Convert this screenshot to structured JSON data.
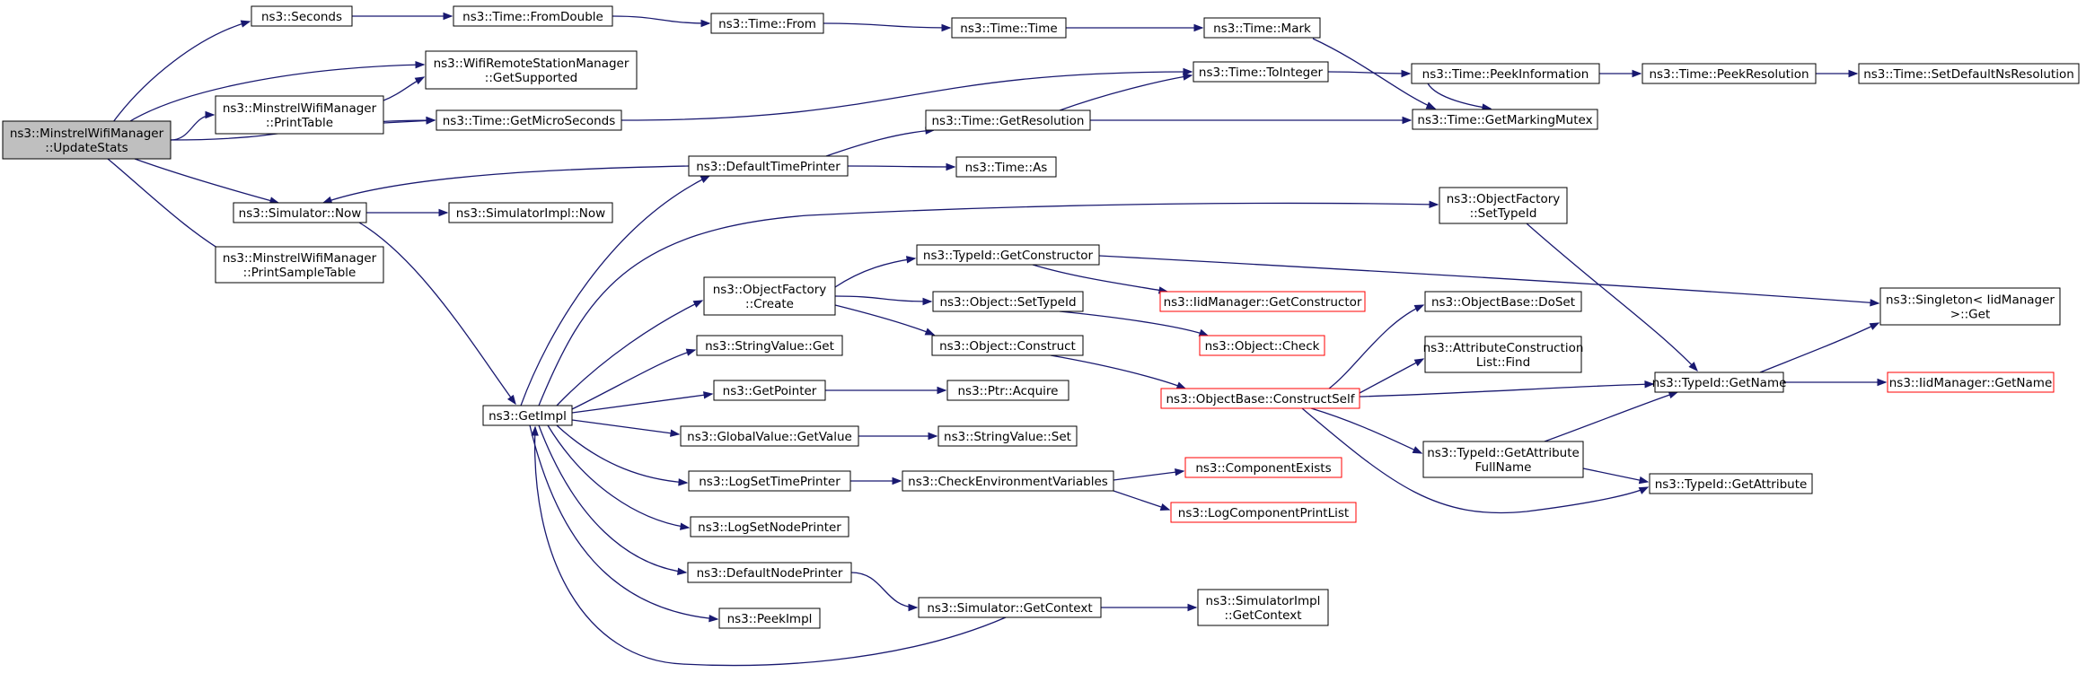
{
  "colors": {
    "edge": "#191970",
    "root_fill": "#bfbfbf",
    "border": "#000000",
    "truncated_border": "#ff0000"
  },
  "nodes": [
    {
      "id": "update",
      "lines": [
        "ns3::MinstrelWifiManager",
        "::UpdateStats"
      ],
      "style": "root"
    },
    {
      "id": "seconds",
      "lines": [
        "ns3::Seconds"
      ],
      "style": "normal"
    },
    {
      "id": "fromdouble",
      "lines": [
        "ns3::Time::FromDouble"
      ],
      "style": "normal"
    },
    {
      "id": "from",
      "lines": [
        "ns3::Time::From"
      ],
      "style": "normal"
    },
    {
      "id": "time",
      "lines": [
        "ns3::Time::Time"
      ],
      "style": "normal"
    },
    {
      "id": "mark",
      "lines": [
        "ns3::Time::Mark"
      ],
      "style": "normal"
    },
    {
      "id": "getsupported",
      "lines": [
        "ns3::WifiRemoteStationManager",
        "::GetSupported"
      ],
      "style": "normal"
    },
    {
      "id": "printtable",
      "lines": [
        "ns3::MinstrelWifiManager",
        "::PrintTable"
      ],
      "style": "normal"
    },
    {
      "id": "getmicro",
      "lines": [
        "ns3::Time::GetMicroSeconds"
      ],
      "style": "normal"
    },
    {
      "id": "tointeger",
      "lines": [
        "ns3::Time::ToInteger"
      ],
      "style": "normal"
    },
    {
      "id": "peekinfo",
      "lines": [
        "ns3::Time::PeekInformation"
      ],
      "style": "normal"
    },
    {
      "id": "peekres",
      "lines": [
        "ns3::Time::PeekResolution"
      ],
      "style": "normal"
    },
    {
      "id": "setdefault",
      "lines": [
        "ns3::Time::SetDefaultNsResolution"
      ],
      "style": "normal"
    },
    {
      "id": "getres",
      "lines": [
        "ns3::Time::GetResolution"
      ],
      "style": "normal"
    },
    {
      "id": "markingmutex",
      "lines": [
        "ns3::Time::GetMarkingMutex"
      ],
      "style": "normal"
    },
    {
      "id": "deftimeprinter",
      "lines": [
        "ns3::DefaultTimePrinter"
      ],
      "style": "normal"
    },
    {
      "id": "as",
      "lines": [
        "ns3::Time::As"
      ],
      "style": "normal"
    },
    {
      "id": "simnow",
      "lines": [
        "ns3::Simulator::Now"
      ],
      "style": "normal"
    },
    {
      "id": "simimplnow",
      "lines": [
        "ns3::SimulatorImpl::Now"
      ],
      "style": "normal"
    },
    {
      "id": "printsample",
      "lines": [
        "ns3::MinstrelWifiManager",
        "::PrintSampleTable"
      ],
      "style": "normal"
    },
    {
      "id": "settypeid",
      "lines": [
        "ns3::ObjectFactory",
        "::SetTypeId"
      ],
      "style": "normal"
    },
    {
      "id": "getconstructor",
      "lines": [
        "ns3::TypeId::GetConstructor"
      ],
      "style": "normal"
    },
    {
      "id": "ofcreate",
      "lines": [
        "ns3::ObjectFactory",
        "::Create"
      ],
      "style": "normal"
    },
    {
      "id": "iidgetconstructor",
      "lines": [
        "ns3::IidManager::GetConstructor"
      ],
      "style": "red"
    },
    {
      "id": "objsettypeid",
      "lines": [
        "ns3::Object::SetTypeId"
      ],
      "style": "normal"
    },
    {
      "id": "singleton",
      "lines": [
        "ns3::Singleton< IidManager",
        " >::Get"
      ],
      "style": "normal"
    },
    {
      "id": "objcheck",
      "lines": [
        "ns3::Object::Check"
      ],
      "style": "red"
    },
    {
      "id": "objconstruct",
      "lines": [
        "ns3::Object::Construct"
      ],
      "style": "normal"
    },
    {
      "id": "dosetnode",
      "lines": [
        "ns3::ObjectBase::DoSet"
      ],
      "style": "normal"
    },
    {
      "id": "stringget",
      "lines": [
        "ns3::StringValue::Get"
      ],
      "style": "normal"
    },
    {
      "id": "attrfind",
      "lines": [
        "ns3::AttributeConstruction",
        "List::Find"
      ],
      "style": "normal"
    },
    {
      "id": "getpointer",
      "lines": [
        "ns3::GetPointer"
      ],
      "style": "normal"
    },
    {
      "id": "acquire",
      "lines": [
        "ns3::Ptr::Acquire"
      ],
      "style": "normal"
    },
    {
      "id": "constructself",
      "lines": [
        "ns3::ObjectBase::ConstructSelf"
      ],
      "style": "red"
    },
    {
      "id": "getname",
      "lines": [
        "ns3::TypeId::GetName"
      ],
      "style": "normal"
    },
    {
      "id": "iidgetname",
      "lines": [
        "ns3::IidManager::GetName"
      ],
      "style": "red"
    },
    {
      "id": "getimpl",
      "lines": [
        "ns3::GetImpl"
      ],
      "style": "normal"
    },
    {
      "id": "gvgetvalue",
      "lines": [
        "ns3::GlobalValue::GetValue"
      ],
      "style": "normal"
    },
    {
      "id": "stringset",
      "lines": [
        "ns3::StringValue::Set"
      ],
      "style": "normal"
    },
    {
      "id": "attrfullname",
      "lines": [
        "ns3::TypeId::GetAttribute",
        "FullName"
      ],
      "style": "normal"
    },
    {
      "id": "componentexists",
      "lines": [
        "ns3::ComponentExists"
      ],
      "style": "red"
    },
    {
      "id": "logsettime",
      "lines": [
        "ns3::LogSetTimePrinter"
      ],
      "style": "normal"
    },
    {
      "id": "checkenv",
      "lines": [
        "ns3::CheckEnvironmentVariables"
      ],
      "style": "normal"
    },
    {
      "id": "getattribute",
      "lines": [
        "ns3::TypeId::GetAttribute"
      ],
      "style": "normal"
    },
    {
      "id": "logprintlist",
      "lines": [
        "ns3::LogComponentPrintList"
      ],
      "style": "red"
    },
    {
      "id": "logsetnode",
      "lines": [
        "ns3::LogSetNodePrinter"
      ],
      "style": "normal"
    },
    {
      "id": "defnodeprinter",
      "lines": [
        "ns3::DefaultNodePrinter"
      ],
      "style": "normal"
    },
    {
      "id": "simgetcontext",
      "lines": [
        "ns3::Simulator::GetContext"
      ],
      "style": "normal"
    },
    {
      "id": "simimplgetcontext",
      "lines": [
        "ns3::SimulatorImpl",
        "::GetContext"
      ],
      "style": "normal"
    },
    {
      "id": "peekimpl",
      "lines": [
        "ns3::PeekImpl"
      ],
      "style": "normal"
    }
  ],
  "edges": [
    [
      "update",
      "seconds"
    ],
    [
      "update",
      "getsupported"
    ],
    [
      "update",
      "printtable"
    ],
    [
      "update",
      "getmicro"
    ],
    [
      "update",
      "simnow"
    ],
    [
      "update",
      "printsample"
    ],
    [
      "seconds",
      "fromdouble"
    ],
    [
      "fromdouble",
      "from"
    ],
    [
      "from",
      "time"
    ],
    [
      "time",
      "mark"
    ],
    [
      "mark",
      "markingmutex"
    ],
    [
      "printtable",
      "getsupported"
    ],
    [
      "printtable",
      "getmicro"
    ],
    [
      "getmicro",
      "tointeger"
    ],
    [
      "tointeger",
      "peekinfo"
    ],
    [
      "peekinfo",
      "peekres"
    ],
    [
      "peekres",
      "setdefault"
    ],
    [
      "peekinfo",
      "markingmutex"
    ],
    [
      "getres",
      "tointeger"
    ],
    [
      "getres",
      "markingmutex"
    ],
    [
      "deftimeprinter",
      "getres"
    ],
    [
      "deftimeprinter",
      "as"
    ],
    [
      "deftimeprinter",
      "simnow"
    ],
    [
      "simnow",
      "simimplnow"
    ],
    [
      "simnow",
      "getimpl"
    ],
    [
      "getimpl",
      "deftimeprinter"
    ],
    [
      "getimpl",
      "settypeid"
    ],
    [
      "getimpl",
      "ofcreate"
    ],
    [
      "getimpl",
      "stringget"
    ],
    [
      "getimpl",
      "getpointer"
    ],
    [
      "getimpl",
      "gvgetvalue"
    ],
    [
      "getimpl",
      "logsettime"
    ],
    [
      "getimpl",
      "logsetnode"
    ],
    [
      "getimpl",
      "defnodeprinter"
    ],
    [
      "getimpl",
      "peekimpl"
    ],
    [
      "simgetcontext",
      "getimpl"
    ],
    [
      "ofcreate",
      "getconstructor"
    ],
    [
      "ofcreate",
      "objsettypeid"
    ],
    [
      "ofcreate",
      "objconstruct"
    ],
    [
      "getconstructor",
      "iidgetconstructor"
    ],
    [
      "getconstructor",
      "singleton"
    ],
    [
      "objsettypeid",
      "objcheck"
    ],
    [
      "objconstruct",
      "constructself"
    ],
    [
      "settypeid",
      "getname"
    ],
    [
      "constructself",
      "dosetnode"
    ],
    [
      "constructself",
      "attrfind"
    ],
    [
      "constructself",
      "getname"
    ],
    [
      "constructself",
      "attrfullname"
    ],
    [
      "constructself",
      "getattribute"
    ],
    [
      "getname",
      "singleton"
    ],
    [
      "getname",
      "iidgetname"
    ],
    [
      "attrfullname",
      "getname"
    ],
    [
      "attrfullname",
      "getattribute"
    ],
    [
      "getpointer",
      "acquire"
    ],
    [
      "gvgetvalue",
      "stringset"
    ],
    [
      "logsettime",
      "checkenv"
    ],
    [
      "checkenv",
      "componentexists"
    ],
    [
      "checkenv",
      "logprintlist"
    ],
    [
      "defnodeprinter",
      "simgetcontext"
    ],
    [
      "simgetcontext",
      "simimplgetcontext"
    ]
  ]
}
